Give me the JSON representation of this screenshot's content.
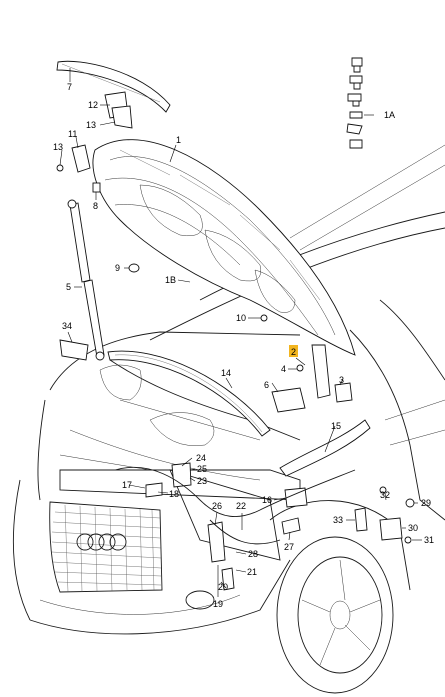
{
  "diagram": {
    "highlight_color": "#f2b51f",
    "callouts": [
      {
        "id": "c1",
        "text": "1"
      },
      {
        "id": "c1a",
        "text": "1A"
      },
      {
        "id": "c1b",
        "text": "1B"
      },
      {
        "id": "c2",
        "text": "2"
      },
      {
        "id": "c3",
        "text": "3"
      },
      {
        "id": "c4",
        "text": "4"
      },
      {
        "id": "c5",
        "text": "5"
      },
      {
        "id": "c6",
        "text": "6"
      },
      {
        "id": "c7",
        "text": "7"
      },
      {
        "id": "c8",
        "text": "8"
      },
      {
        "id": "c9",
        "text": "9"
      },
      {
        "id": "c10",
        "text": "10"
      },
      {
        "id": "c11",
        "text": "11"
      },
      {
        "id": "c12",
        "text": "12"
      },
      {
        "id": "c13a",
        "text": "13"
      },
      {
        "id": "c13b",
        "text": "13"
      },
      {
        "id": "c14",
        "text": "14"
      },
      {
        "id": "c15",
        "text": "15"
      },
      {
        "id": "c16",
        "text": "16"
      },
      {
        "id": "c17",
        "text": "17"
      },
      {
        "id": "c18",
        "text": "18"
      },
      {
        "id": "c19",
        "text": "19"
      },
      {
        "id": "c20",
        "text": "20"
      },
      {
        "id": "c21",
        "text": "21"
      },
      {
        "id": "c22",
        "text": "22"
      },
      {
        "id": "c23",
        "text": "23"
      },
      {
        "id": "c24",
        "text": "24"
      },
      {
        "id": "c25",
        "text": "25"
      },
      {
        "id": "c26",
        "text": "26"
      },
      {
        "id": "c27",
        "text": "27"
      },
      {
        "id": "c28",
        "text": "28"
      },
      {
        "id": "c29",
        "text": "29"
      },
      {
        "id": "c30",
        "text": "30"
      },
      {
        "id": "c31",
        "text": "31"
      },
      {
        "id": "c32",
        "text": "32"
      },
      {
        "id": "c33",
        "text": "33"
      },
      {
        "id": "c34",
        "text": "34"
      }
    ]
  }
}
